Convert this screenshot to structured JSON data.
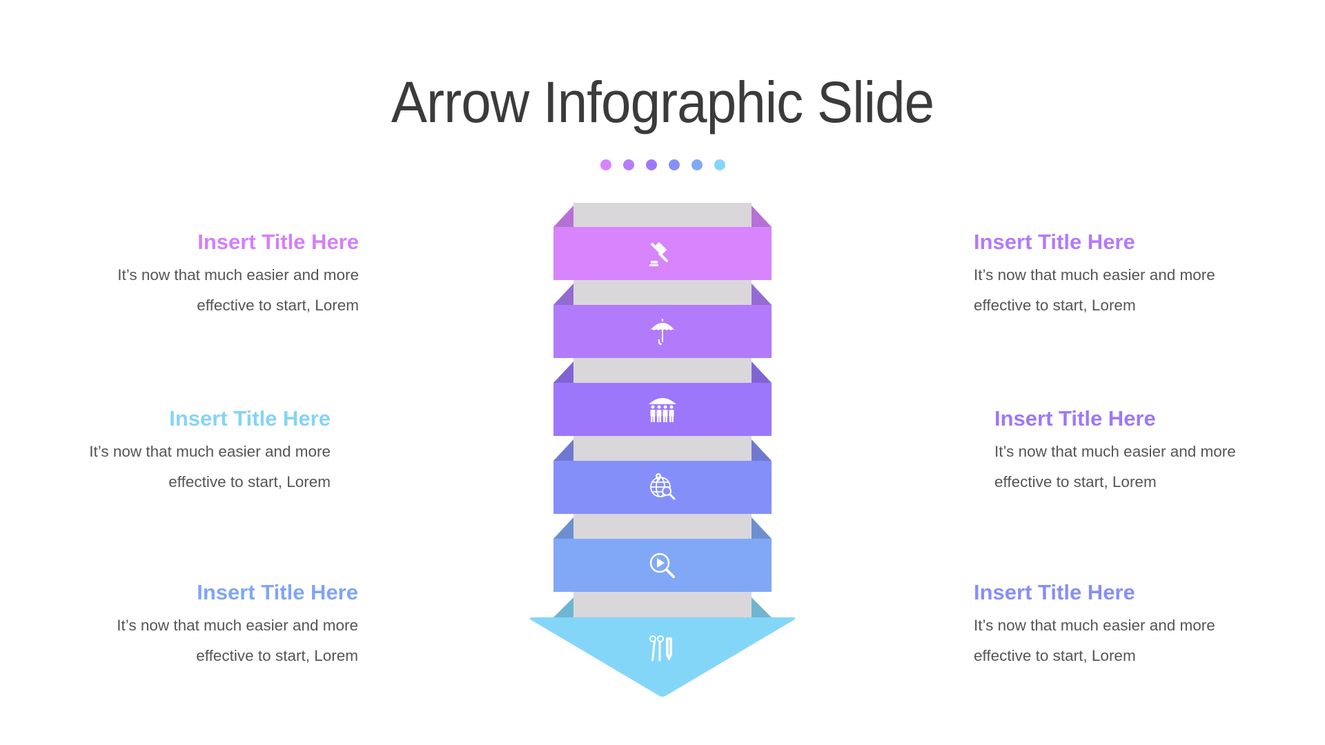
{
  "slide": {
    "title": "Arrow Infographic Slide",
    "dot_colors": [
      "#d883fd",
      "#b47dfb",
      "#9d78fb",
      "#8690f9",
      "#81a9f6",
      "#83d6f8"
    ]
  },
  "diagram": {
    "column_color": "#d9d7da",
    "bands": [
      {
        "icon": "gavel-icon",
        "color": "#d784fd",
        "fold_color": "#b670d6"
      },
      {
        "icon": "umbrella-icon",
        "color": "#b27bfb",
        "fold_color": "#946bd3"
      },
      {
        "icon": "people-umbrella-icon",
        "color": "#9d77fb",
        "fold_color": "#8064d3"
      },
      {
        "icon": "globe-search-icon",
        "color": "#858ffa",
        "fold_color": "#6f79d2"
      },
      {
        "icon": "video-search-icon",
        "color": "#81a8f6",
        "fold_color": "#6c8fcf"
      }
    ],
    "arrow": {
      "icon": "scissors-pencil-icon",
      "color": "#84d6f9",
      "fold_color": "#6fb5d2"
    }
  },
  "left_items": [
    {
      "title": "Insert Title Here",
      "color": "#d47ffb",
      "line1": "It’s now that much easier and more",
      "line2": "effective to start, Lorem"
    },
    {
      "title": "Insert Title Here",
      "color": "#86d3f5",
      "line1": "It’s now that much easier and more",
      "line2": "effective to start, Lorem"
    },
    {
      "title": "Insert Title Here",
      "color": "#80a6f4",
      "line1": "It’s now that much easier and more",
      "line2": "effective to start, Lorem"
    }
  ],
  "right_items": [
    {
      "title": "Insert Title Here",
      "color": "#b27af8",
      "line1": "It’s now that much easier and more",
      "line2": "effective to start, Lorem"
    },
    {
      "title": "Insert Title Here",
      "color": "#9d78f8",
      "line1": "It’s now that much easier and more",
      "line2": "effective to start, Lorem"
    },
    {
      "title": "Insert Title Here",
      "color": "#868ff6",
      "line1": "It’s now that much easier and more",
      "line2": "effective to start, Lorem"
    }
  ]
}
